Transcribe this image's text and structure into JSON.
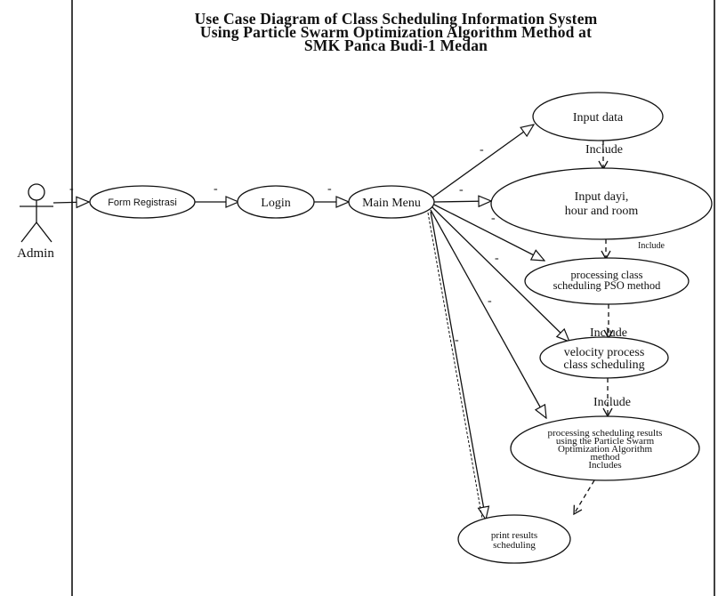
{
  "title": {
    "line1": "Use Case Diagram of Class Scheduling Information System",
    "line2": "Using Particle Swarm Optimization Algorithm Method at",
    "line3": "SMK Panca Budi-1 Medan"
  },
  "actor": {
    "label": "Admin"
  },
  "use_cases": {
    "form_registrasi": "Form Registrasi",
    "login": "Login",
    "main_menu": "Main Menu",
    "input_data": "Input data",
    "input_day": {
      "line1": "Input dayi,",
      "line2": "hour and room"
    },
    "processing_pso": {
      "line1": "processing class",
      "line2": "scheduling PSO method"
    },
    "velocity": {
      "line1": "velocity process",
      "line2": "class scheduling"
    },
    "results": {
      "line1": "processing scheduling results",
      "line2": "using the Particle Swarm",
      "line3": "Optimization Algorithm",
      "line4": "method",
      "line5": "Includes"
    },
    "print": {
      "line1": "print results",
      "line2": "scheduling"
    }
  },
  "relations": {
    "include_1": "Include",
    "include_2": "Include",
    "include_3": "Include",
    "include_4": "Include",
    "dash": "-"
  }
}
